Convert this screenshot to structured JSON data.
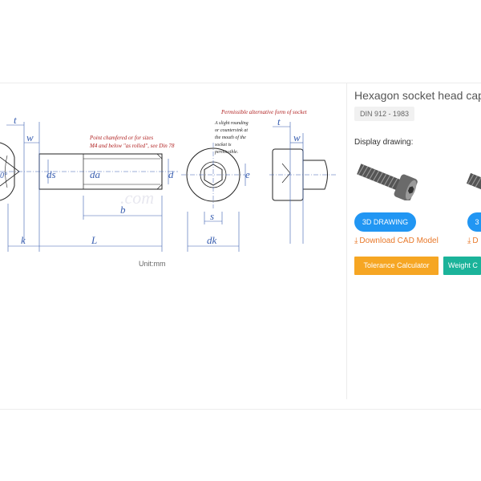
{
  "product": {
    "title": "Hexagon socket head cap",
    "standard": "DIN 912 - 1983"
  },
  "display_label": "Display drawing:",
  "buttons": {
    "drawing_3d_1": "3D DRAWING",
    "drawing_3d_2": "3",
    "download_cad": "Download CAD Model",
    "download_cad_2": "D",
    "tolerance_calculator": "Tolerance Calculator",
    "weight_calculator": "Weight C"
  },
  "drawing": {
    "caption": "Unit:mm",
    "note_chamfer_line1": "Point chamfered or for sizes",
    "note_chamfer_line2": "M4 and below \"as rolled\", see Din 78",
    "note_alt_form": "Permissible alternative form of socket",
    "note_rounding_1": "A slight rounding",
    "note_rounding_2": "or countersink at",
    "note_rounding_3": "the mouth of the",
    "note_rounding_4": "socket is",
    "note_rounding_5": "permissible.",
    "dims": {
      "t": "t",
      "w": "w",
      "ds": "ds",
      "da": "da",
      "d": "d",
      "b": "b",
      "s": "s",
      "e": "e",
      "k": "k",
      "L": "L",
      "dk": "dk",
      "t2": "t",
      "w2": "w",
      "angle": "0°"
    }
  },
  "colors": {
    "accent_blue": "#2196f3",
    "link_orange": "#e8792b",
    "tolerance_orange": "#f6a623",
    "weight_teal": "#1bb39a",
    "dimension_blue": "#3a5fb0",
    "note_red": "#b02020"
  },
  "icons": {
    "download": "download-icon"
  }
}
